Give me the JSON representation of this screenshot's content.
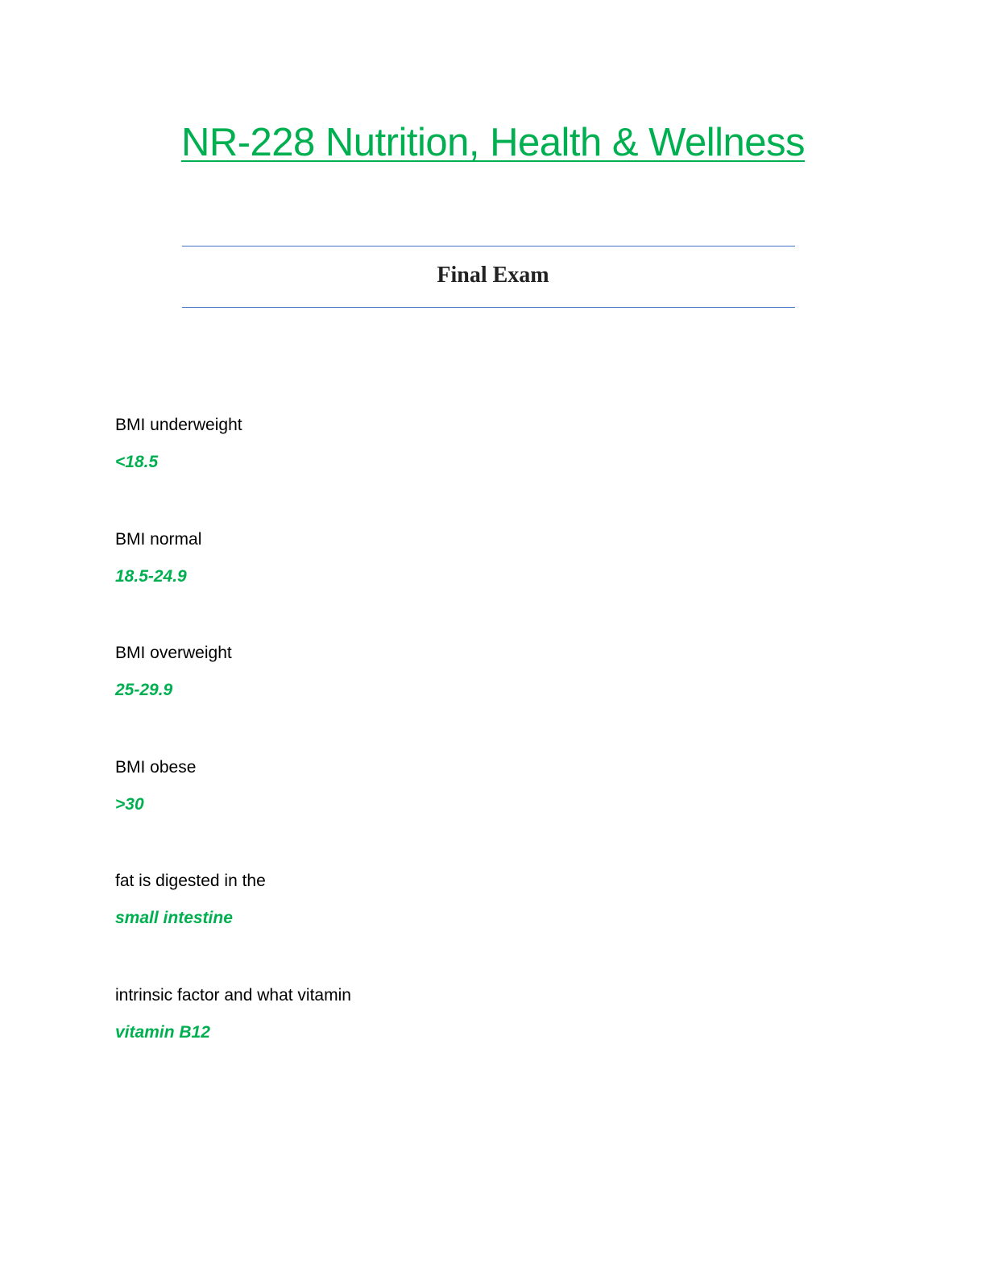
{
  "document": {
    "title": "NR-228 Nutrition, Health & Wellness",
    "subtitle": "Final Exam",
    "accent_color": "#00b050",
    "rule_color": "#4472c4"
  },
  "qa": [
    {
      "question": "BMI underweight",
      "answer": "<18.5"
    },
    {
      "question": "BMI normal",
      "answer": "18.5-24.9"
    },
    {
      "question": "BMI overweight",
      "answer": "25-29.9"
    },
    {
      "question": "BMI obese",
      "answer": ">30"
    },
    {
      "question": "fat is digested in the",
      "answer": "small intestine"
    },
    {
      "question": "intrinsic factor and what vitamin",
      "answer": "vitamin B12"
    }
  ]
}
